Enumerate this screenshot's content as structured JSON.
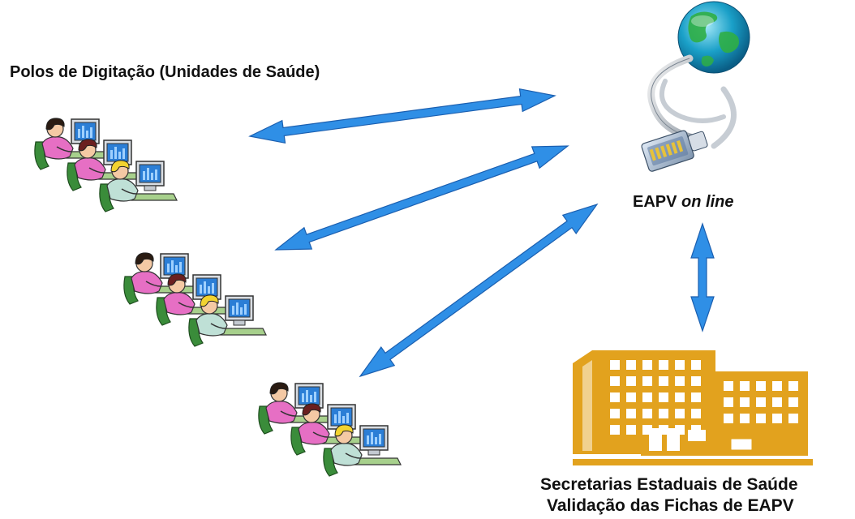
{
  "title": "Polos de Digitação (Unidades de Saúde)",
  "server": {
    "label_main": "EAPV",
    "label_italic": "on line"
  },
  "secretarias": {
    "line1": "Secretarias Estaduais de Saúde",
    "line2": "Validação das Fichas de EAPV"
  },
  "nodes": [
    {
      "name": "workstation-group-1"
    },
    {
      "name": "workstation-group-2"
    },
    {
      "name": "workstation-group-3"
    },
    {
      "name": "globe-network"
    },
    {
      "name": "hospital-building"
    }
  ],
  "colors": {
    "arrow": "#2f8fe6",
    "arrow_stroke": "#1b5fb0",
    "building": "#e2a21e",
    "building_dark": "#c47f0c",
    "globe_sea": "#1aa0c8",
    "globe_land": "#2fae45"
  }
}
